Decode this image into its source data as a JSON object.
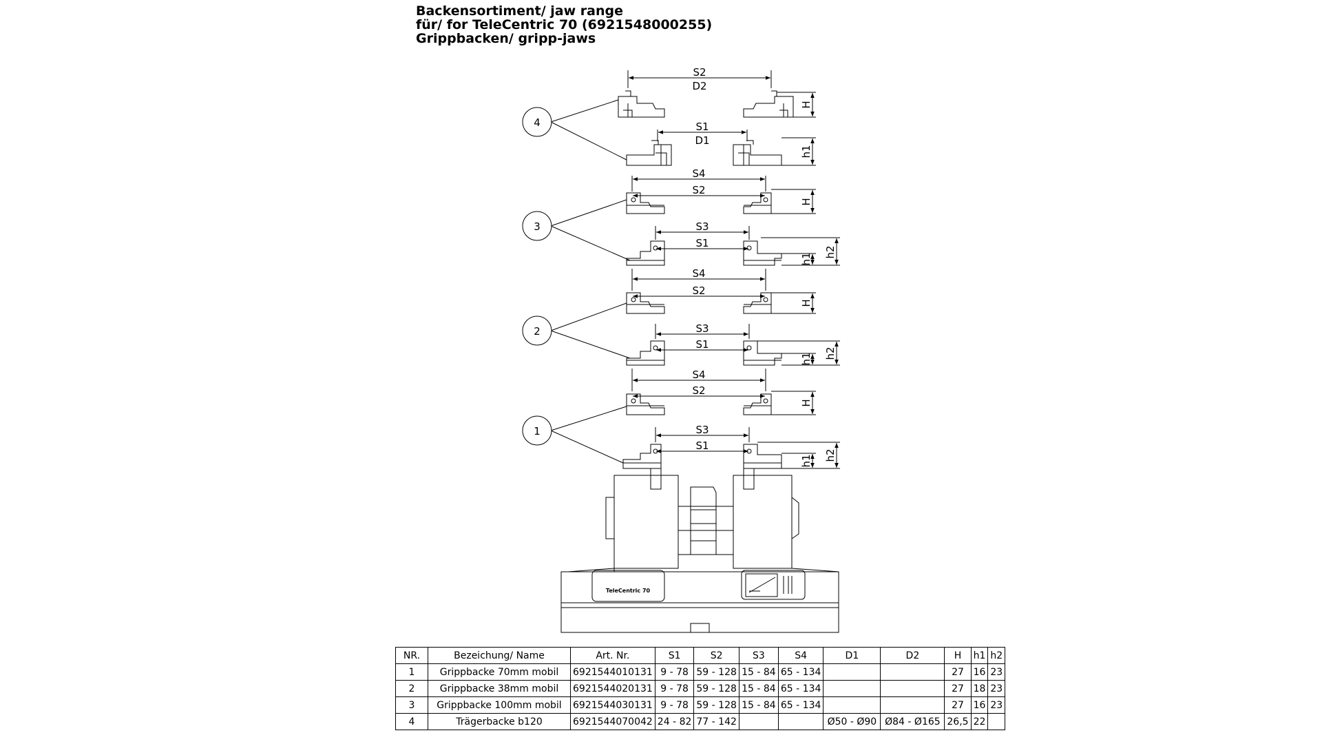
{
  "title": {
    "line1": "Backensortiment/ jaw range",
    "line2": "für/ for TeleCentric 70 (6921548000255)",
    "line3": "Grippbacken/ gripp-jaws"
  },
  "diagram": {
    "callouts": [
      "4",
      "3",
      "2",
      "1"
    ],
    "dims": {
      "S1": "S1",
      "S2": "S2",
      "S3": "S3",
      "S4": "S4",
      "D1": "D1",
      "D2": "D2",
      "H": "H",
      "h1": "h1",
      "h2": "h2"
    },
    "vise_label": "TeleCentric 70"
  },
  "table": {
    "headers": [
      "NR.",
      "Bezeichung/ Name",
      "Art. Nr.",
      "S1",
      "S2",
      "S3",
      "S4",
      "D1",
      "D2",
      "H",
      "h1",
      "h2"
    ],
    "rows": [
      [
        "1",
        "Grippbacke 70mm mobil",
        "6921544010131",
        "9 - 78",
        "59 - 128",
        "15 - 84",
        "65 - 134",
        "",
        "",
        "27",
        "16",
        "23"
      ],
      [
        "2",
        "Grippbacke 38mm mobil",
        "6921544020131",
        "9 - 78",
        "59 - 128",
        "15 - 84",
        "65 - 134",
        "",
        "",
        "27",
        "18",
        "23"
      ],
      [
        "3",
        "Grippbacke 100mm mobil",
        "6921544030131",
        "9 - 78",
        "59 - 128",
        "15 - 84",
        "65 - 134",
        "",
        "",
        "27",
        "16",
        "23"
      ],
      [
        "4",
        "Trägerbacke b120",
        "6921544070042",
        "24 - 82",
        "77 - 142",
        "",
        "",
        "Ø50 - Ø90",
        "Ø84 - Ø165",
        "26,5",
        "22",
        ""
      ]
    ]
  }
}
